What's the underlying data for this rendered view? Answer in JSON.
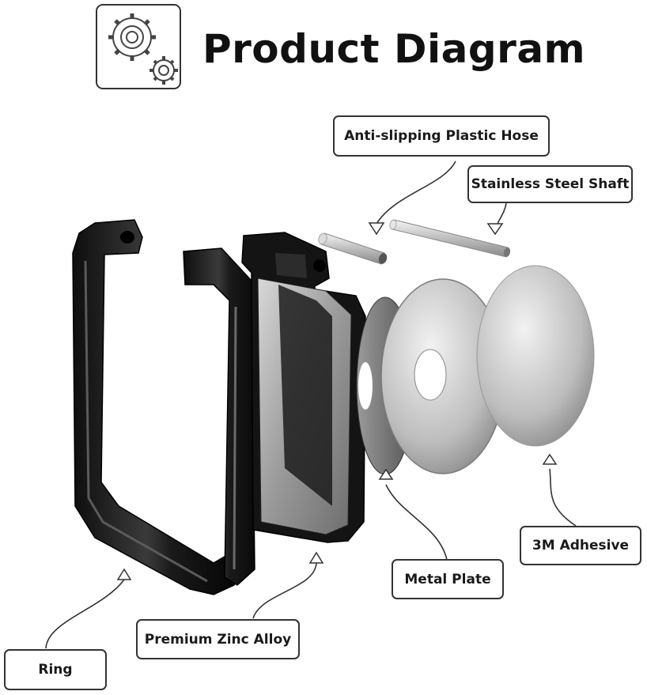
{
  "header": {
    "title": "Product Diagram",
    "logo_icon": "gears-icon"
  },
  "callouts": {
    "hose": "Anti-slipping Plastic Hose",
    "shaft": "Stainless Steel Shaft",
    "adhesive": "3M Adhesive",
    "plate": "Metal Plate",
    "alloy": "Premium Zinc Alloy",
    "ring": "Ring"
  },
  "colors": {
    "ink": "#333333",
    "metal_dark": "#1c1c1c",
    "disc_silver": "#b9b9b9"
  }
}
